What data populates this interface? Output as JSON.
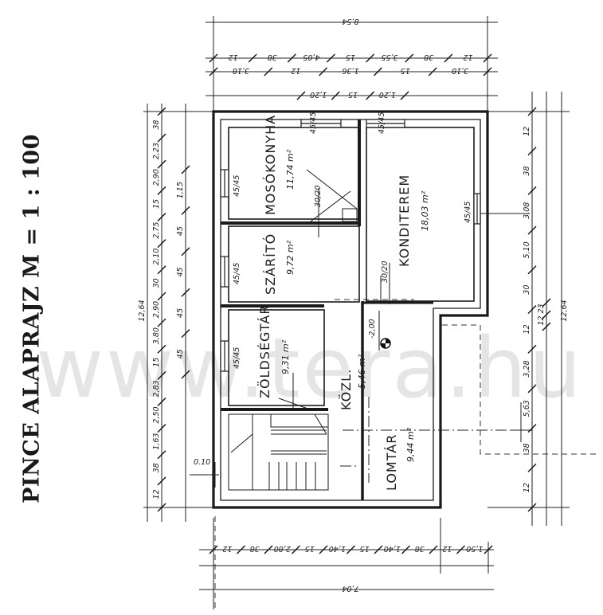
{
  "title": "PINCE ALAPRAJZ  M = 1 : 100",
  "watermark": "www.tera.hu",
  "rooms": {
    "moso": {
      "name": "MOSÓKONYHA",
      "area": "11,74 m²"
    },
    "szarito": {
      "name": "SZÁRÍTÓ",
      "area": "9,72 m²"
    },
    "zoldseg": {
      "name": "ZÖLDSÉGTÁR",
      "area": "9,31 m²"
    },
    "kondi": {
      "name": "KONDITEREM",
      "area": "18,03 m²"
    },
    "kozl": {
      "name": "KÖZL.",
      "area": "5,46 m²"
    },
    "lomtar": {
      "name": "LOMTÁR",
      "area": "9,44 m²"
    }
  },
  "level_marker": "-2,00",
  "window_marks": [
    "45/45",
    "45/45",
    "45/45",
    "45/45",
    "45/45",
    "45/45"
  ],
  "stair_note": "30/20",
  "stair_note_2": "30/20",
  "door_note": "0.10",
  "dims": {
    "top_total": "8,54",
    "top_row1": [
      "12",
      "38",
      "4,05",
      "15",
      "3,55",
      "38",
      "12"
    ],
    "top_row2": [
      "3,18",
      "12",
      "1,36",
      "15",
      "3,18"
    ],
    "top_open": [
      "1,20",
      "15",
      "1,20"
    ],
    "left_total": "12,64",
    "left_outer": [
      "38",
      "2,23",
      "2,90",
      "15",
      "2,75",
      "2,10",
      "30",
      "2,90",
      "3,80",
      "15",
      "2,83",
      "2,50",
      "1,63",
      "38",
      "12"
    ],
    "left_inner": [
      "1,15",
      "45",
      "45",
      "45",
      "45"
    ],
    "right_total": "12,64",
    "right_outer": [
      "12",
      "38",
      "3,08",
      "5,10",
      "30",
      "12",
      "3,28",
      "5,63",
      "38",
      "12"
    ],
    "right_inner": [
      "23",
      "12"
    ],
    "bottom_total": "7,04",
    "bottom_row": [
      "12",
      "38",
      "2,80",
      "15",
      "1,40",
      "15",
      "1,40",
      "38",
      "12",
      "1,50"
    ]
  }
}
